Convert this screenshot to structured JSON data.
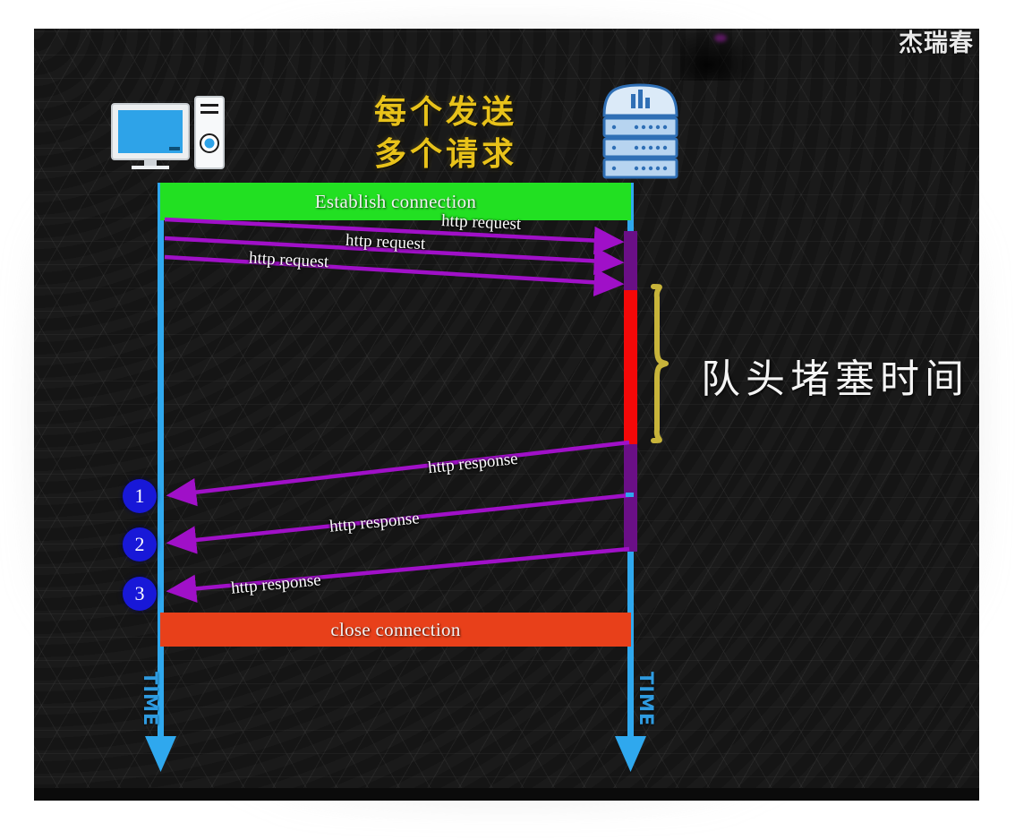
{
  "watermark": "杰瑞春",
  "title": {
    "line1": "每个发送",
    "line2": "多个请求"
  },
  "icons": {
    "client": "desktop-computer-icon",
    "server": "server-rack-icon"
  },
  "lifelines": {
    "client_label": "TIME",
    "server_label": "TIME"
  },
  "bars": {
    "establish": "Establish connection",
    "close": "close connection"
  },
  "requests": [
    {
      "label": "http request"
    },
    {
      "label": "http request"
    },
    {
      "label": "http request"
    }
  ],
  "responses": [
    {
      "label": "http response",
      "marker": "1"
    },
    {
      "label": "http response",
      "marker": "2"
    },
    {
      "label": "http response",
      "marker": "3"
    }
  ],
  "markers": [
    "1",
    "2",
    "3"
  ],
  "annotation": {
    "brace": "right-curly-brace",
    "text": "队头堵塞时间"
  },
  "colors": {
    "establish_bar": "#22e022",
    "close_bar": "#e8401a",
    "lifeline": "#2fa8ee",
    "arrow": "#a010c8",
    "blocking_bar": "#f40808",
    "server_busy": "#6a0f86",
    "marker": "#1818d8",
    "brace": "#c8b43a",
    "title": "#e8c21a",
    "background": "#161616"
  }
}
